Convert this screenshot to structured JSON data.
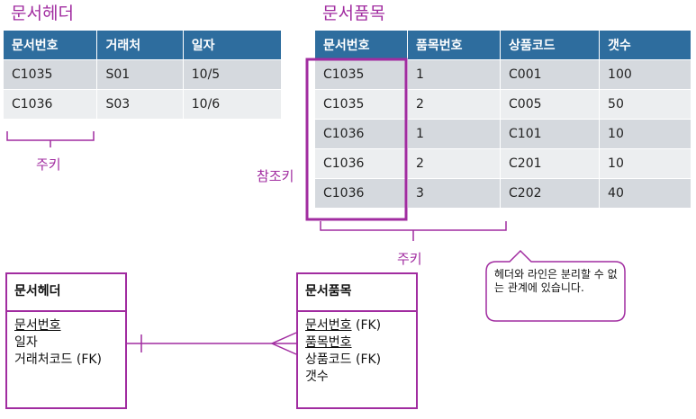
{
  "header_table": {
    "title": "문서헤더",
    "columns": [
      "문서번호",
      "거래처",
      "일자"
    ],
    "rows": [
      [
        "C1035",
        "S01",
        "10/5"
      ],
      [
        "C1036",
        "S03",
        "10/6"
      ]
    ],
    "key_label": "주키"
  },
  "item_table": {
    "title": "문서품목",
    "columns": [
      "문서번호",
      "품목번호",
      "상품코드",
      "갯수"
    ],
    "rows": [
      [
        "C1035",
        "1",
        "C001",
        "100"
      ],
      [
        "C1035",
        "2",
        "C005",
        "50"
      ],
      [
        "C1036",
        "1",
        "C101",
        "10"
      ],
      [
        "C1036",
        "2",
        "C201",
        "10"
      ],
      [
        "C1036",
        "3",
        "C202",
        "40"
      ]
    ],
    "foreign_key_label": "참조키",
    "key_label": "주키"
  },
  "er": {
    "header_entity": {
      "name": "문서헤더",
      "attrs": [
        {
          "text": "문서번호",
          "suffix": "",
          "key": true
        },
        {
          "text": "일자",
          "suffix": "",
          "key": false
        },
        {
          "text": "거래처코드",
          "suffix": " (FK)",
          "key": false
        }
      ]
    },
    "item_entity": {
      "name": "문서품목",
      "attrs": [
        {
          "text": "문서번호",
          "suffix": " (FK)",
          "key": true
        },
        {
          "text": "품목번호",
          "suffix": "",
          "key": true
        },
        {
          "text": "상품코드",
          "suffix": " (FK)",
          "key": false
        },
        {
          "text": "갯수",
          "suffix": "",
          "key": false
        }
      ]
    },
    "callout": "헤더와 라인은 분리할 수 없는 관계에 있습니다."
  },
  "colors": {
    "accent": "#a12ca0",
    "table_header": "#2e6d9e",
    "row_odd": "#d5d9de",
    "row_even": "#eceef0"
  }
}
